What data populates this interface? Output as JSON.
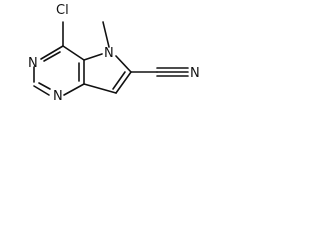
{
  "molecule": {
    "atoms": {
      "chlorine": "Cl",
      "ring_nitrogen_top": "N",
      "ring_nitrogen_bottom": "N",
      "pyrrole_nitrogen": "N",
      "methyl_substituent": "",
      "nitrile_nitrogen": "N"
    }
  },
  "colors": {
    "bond": "#111111",
    "label": "#111111",
    "background": "#ffffff"
  }
}
